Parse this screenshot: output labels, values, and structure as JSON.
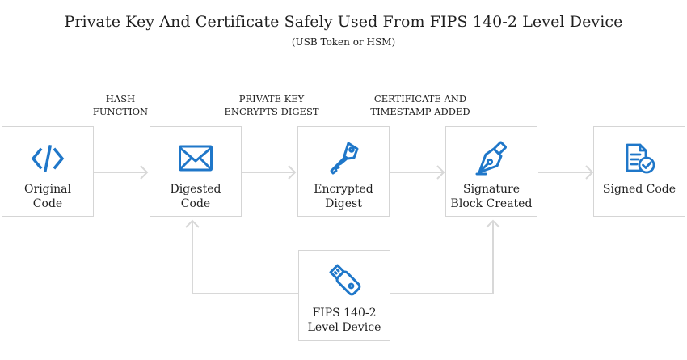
{
  "title": "Private Key And Certificate Safely Used From FIPS 140-2 Level Device",
  "subtitle": "(USB Token or HSM)",
  "step_labels": [
    {
      "line1": "HASH",
      "line2": "FUNCTION"
    },
    {
      "line1": "PRIVATE KEY",
      "line2": "ENCRYPTS DIGEST"
    },
    {
      "line1": "CERTIFICATE AND",
      "line2": "TIMESTAMP ADDED"
    }
  ],
  "nodes": [
    {
      "id": "original-code",
      "line1": "Original",
      "line2": "Code",
      "icon": "code-icon"
    },
    {
      "id": "digested-code",
      "line1": "Digested",
      "line2": "Code",
      "icon": "envelope-icon"
    },
    {
      "id": "encrypted-digest",
      "line1": "Encrypted",
      "line2": "Digest",
      "icon": "key-icon"
    },
    {
      "id": "signature-block",
      "line1": "Signature",
      "line2": "Block Created",
      "icon": "pen-nib-icon"
    },
    {
      "id": "signed-code",
      "line1": "Signed Code",
      "line2": "",
      "icon": "signed-document-icon"
    },
    {
      "id": "fips-device",
      "line1": "FIPS 140-2",
      "line2": "Level Device",
      "icon": "usb-drive-icon"
    }
  ],
  "colors": {
    "accent": "#1f77c9",
    "border": "#d5d5d5",
    "connector": "#d8d8d8",
    "text": "#1f1f1f"
  }
}
